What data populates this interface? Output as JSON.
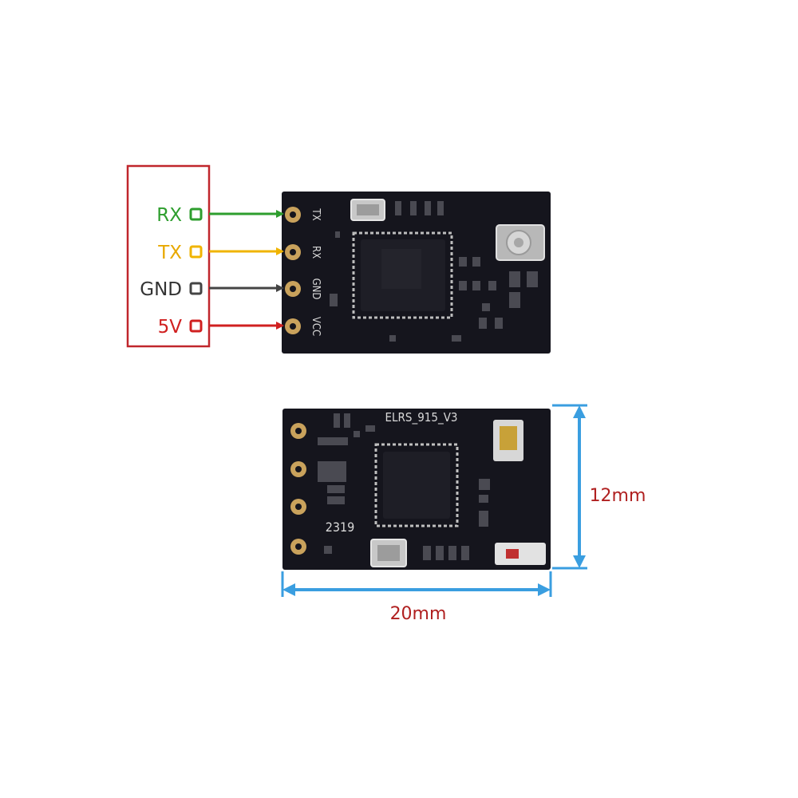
{
  "pinout": {
    "labels": [
      {
        "text": "RX",
        "color": "#2e9e2e"
      },
      {
        "text": "TX",
        "color": "#e8a800"
      },
      {
        "text": "GND",
        "color": "#333333"
      },
      {
        "text": "5V",
        "color": "#d02020"
      }
    ],
    "box_color": "#c0262c"
  },
  "board_top": {
    "silkscreen": [
      "TX",
      "RX",
      "GND",
      "VCC"
    ]
  },
  "board_bottom": {
    "model_text": "ELRS_915_V3",
    "batch_code": "2319"
  },
  "dimensions": {
    "height_label": "12mm",
    "width_label": "20mm",
    "label_color": "#b02020",
    "arrow_color": "#3a9ee0"
  }
}
